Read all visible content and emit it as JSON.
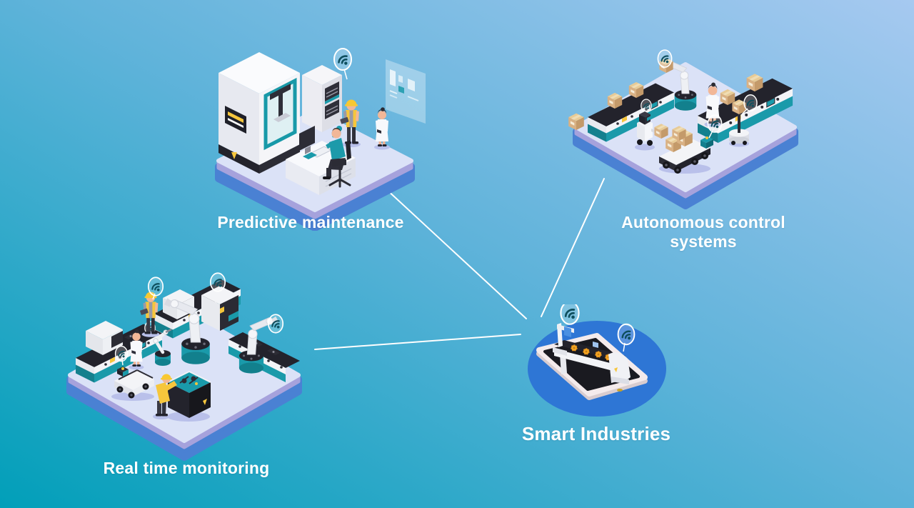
{
  "diagram": {
    "hub": {
      "id": "smart-industries",
      "label": "Smart Industries"
    },
    "nodes": [
      {
        "id": "predictive-maintenance",
        "label": "Predictive maintenance"
      },
      {
        "id": "autonomous-control-systems",
        "label": "Autonomous control systems"
      },
      {
        "id": "real-time-monitoring",
        "label": "Real time monitoring"
      }
    ],
    "edges": [
      {
        "from": "smart-industries",
        "to": "predictive-maintenance"
      },
      {
        "from": "smart-industries",
        "to": "autonomous-control-systems"
      },
      {
        "from": "smart-industries",
        "to": "real-time-monitoring"
      }
    ],
    "icons": {
      "wifi": "wifi-icon"
    },
    "colors": {
      "bg_top_right": "#a6c9f0",
      "bg_mid": "#5fb3da",
      "bg_bottom_left": "#019fb9",
      "connector": "#ffffff",
      "label_text": "#ffffff",
      "platform_top": "#dbe2f7",
      "platform_side": "#a6a2dc",
      "platform_shadow": "#4a81d3",
      "hub_ellipse": "#2e76d5",
      "accent_teal": "#1a9aaa",
      "accent_yellow": "#f6c63c"
    }
  }
}
